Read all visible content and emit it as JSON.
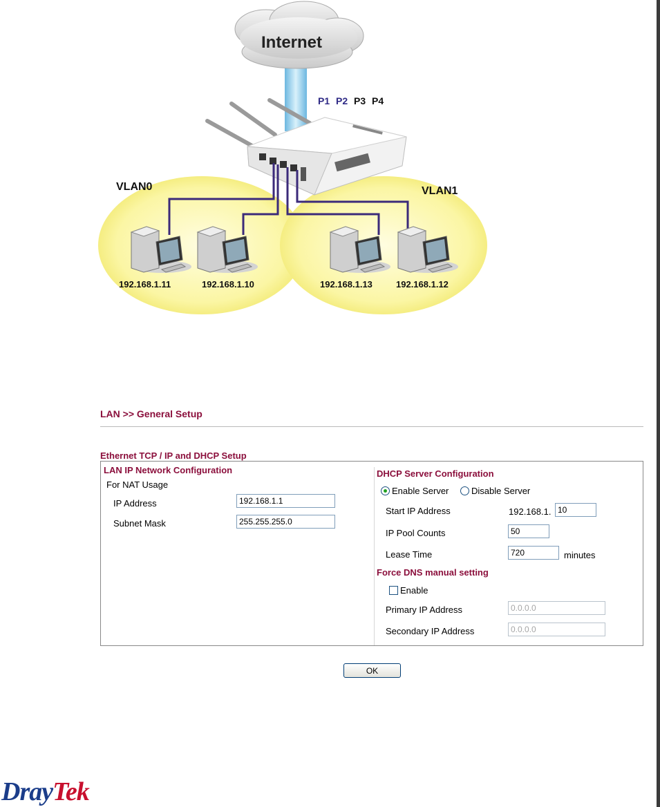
{
  "diagram": {
    "cloud_label": "Internet",
    "ports": [
      {
        "label": "P1",
        "color": "#2f2a86"
      },
      {
        "label": "P2",
        "color": "#2f2a86"
      },
      {
        "label": "P3",
        "color": "#111111"
      },
      {
        "label": "P4",
        "color": "#111111"
      }
    ],
    "vlans": [
      "VLAN0",
      "VLAN1"
    ],
    "hosts": [
      "192.168.1.11",
      "192.168.1.10",
      "192.168.1.13",
      "192.168.1.12"
    ],
    "colors": {
      "vlan_fill": "#fbf6a4",
      "link": "#3b2a7a",
      "uplink": "#9fd3ec"
    }
  },
  "page": {
    "title": "LAN >> General Setup",
    "section_title": "Ethernet TCP / IP and DHCP Setup",
    "accent_color": "#8b0f3c"
  },
  "lan_ip": {
    "heading": "LAN IP Network Configuration",
    "nat_usage_label": "For NAT Usage",
    "ip_address_label": "IP Address",
    "ip_address_value": "192.168.1.1",
    "subnet_mask_label": "Subnet Mask",
    "subnet_mask_value": "255.255.255.0"
  },
  "dhcp": {
    "heading": "DHCP Server Configuration",
    "enable_label": "Enable Server",
    "disable_label": "Disable Server",
    "selected": "Enable Server",
    "start_ip_label": "Start IP Address",
    "start_ip_prefix": "192.168.1.",
    "start_ip_value": "10",
    "pool_counts_label": "IP Pool Counts",
    "pool_counts_value": "50",
    "lease_time_label": "Lease Time",
    "lease_time_value": "720",
    "lease_time_unit": "minutes"
  },
  "dns": {
    "heading": "Force DNS manual setting",
    "enable_label": "Enable",
    "enabled": false,
    "primary_label": "Primary IP Address",
    "primary_value": "0.0.0.0",
    "secondary_label": "Secondary IP Address",
    "secondary_value": "0.0.0.0"
  },
  "actions": {
    "ok_label": "OK"
  },
  "logo": {
    "part1": "Dray",
    "part2": "Tek"
  }
}
